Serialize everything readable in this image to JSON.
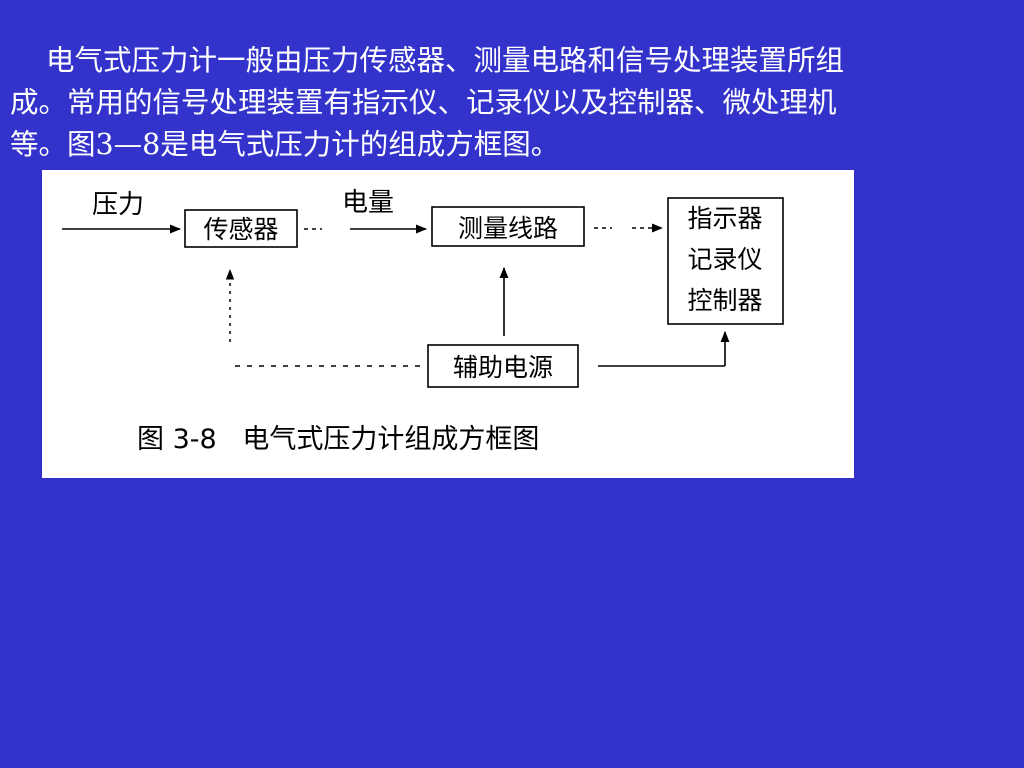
{
  "slide": {
    "background_color": "#3333CC",
    "text_color": "#FFFFFF",
    "paragraph_lines": [
      "电气式压力计一般由压力传感器、测量电路和信号处理装置所组",
      "成。常用的信号处理装置有指示仪、记录仪以及控制器、微处理机",
      "等。图3—8是电气式压力计的组成方框图。"
    ]
  },
  "figure": {
    "background_color": "#FFFFFF",
    "label_pressure": "压力",
    "label_electric_quantity": "电量",
    "box_sensor": "传感器",
    "box_measuring_circuit": "测量线路",
    "box_output_lines": [
      "指示器",
      "记录仪",
      "控制器"
    ],
    "box_aux_power": "辅助电源",
    "caption": "图 3-8   电气式压力计组成方框图"
  }
}
